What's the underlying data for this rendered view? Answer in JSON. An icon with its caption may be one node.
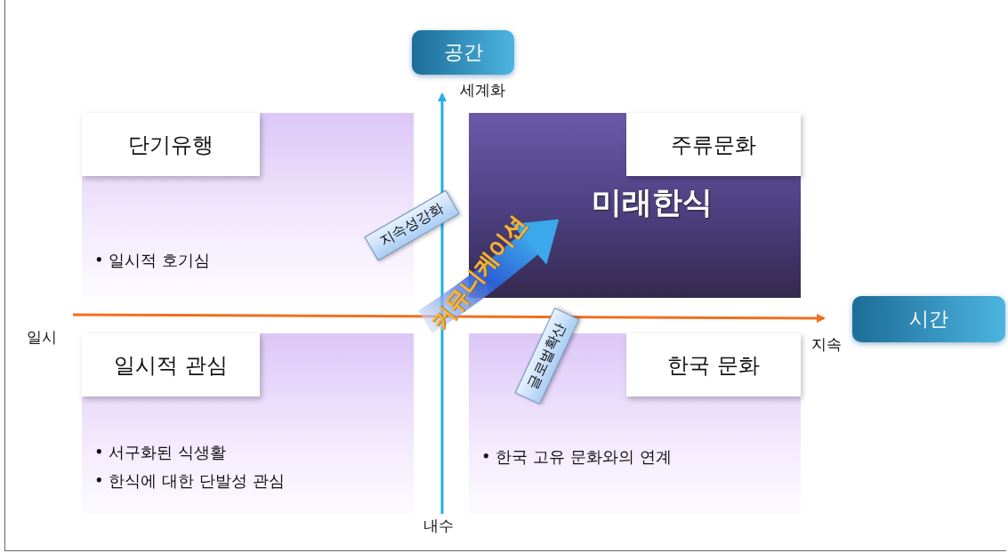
{
  "diagram": {
    "nodes": [
      {
        "text": [
          "공간"
        ]
      },
      {
        "text": [
          "시간"
        ]
      },
      {
        "text": [
          "• 일시적 호기심"
        ]
      },
      {
        "text": [
          "단기유행"
        ],
        "in": 2
      },
      {
        "text": [
          "미래한식"
        ]
      },
      {
        "text": [
          "주류문화"
        ],
        "in": 4
      },
      {
        "text": [
          "• 서구화된 식생활",
          "• 한식에 대한 단발성 관심"
        ]
      },
      {
        "text": [
          "일시적 관심"
        ],
        "in": 6
      },
      {
        "text": [
          "• 한국 고유 문화와의 연계"
        ]
      },
      {
        "text": [
          "한국 문화"
        ],
        "in": 8
      }
    ],
    "edges": [
      {
        "from": null,
        "to": 4,
        "arrow": "to",
        "label": "커뮤니케이션"
      }
    ],
    "labels": [
      "세계화",
      "일시",
      "지속",
      "내수",
      "지속성강화",
      "글로벌확산"
    ]
  }
}
